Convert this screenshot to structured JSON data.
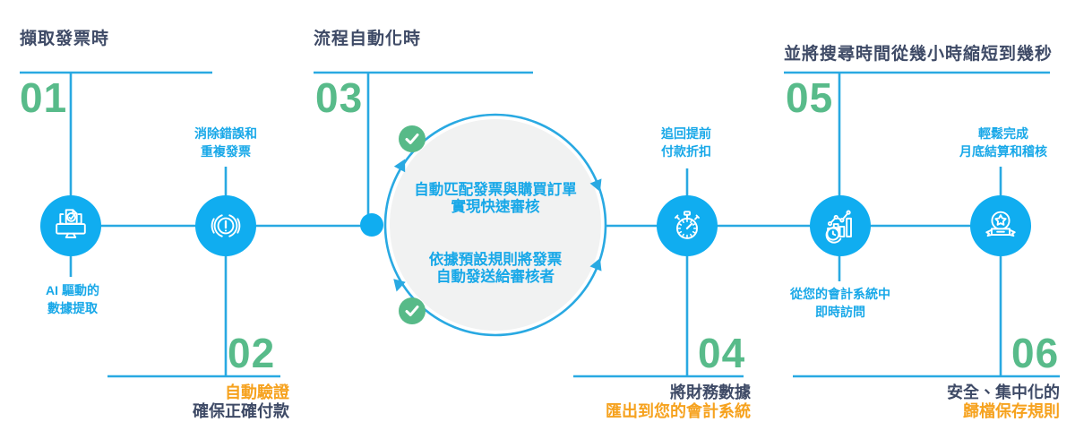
{
  "sections": {
    "capture_header": "擷取發票時",
    "automation_header": "流程自動化時",
    "search_header": "並將搜尋時間從幾小時縮短到幾秒"
  },
  "steps": {
    "s1": {
      "number": "01",
      "label_line1": "AI 驅動的",
      "label_line2": "數據提取",
      "icon": "monitor-document-check-icon"
    },
    "s2": {
      "number": "02",
      "top_line1": "消除錯誤和",
      "top_line2": "重複發票",
      "bottom_line1": "自動驗證",
      "bottom_line2": "確保正確付款",
      "icon": "alert-exclamation-icon"
    },
    "s3": {
      "number": "03",
      "cycle_top_line1": "自動匹配發票與購買訂單",
      "cycle_top_line2": "實現快速審核",
      "cycle_bottom_line1": "依據預設規則將發票",
      "cycle_bottom_line2": "自動發送給審核者",
      "icon": "cycle-arrows-icon",
      "check_icon": "check-icon"
    },
    "s4": {
      "number": "04",
      "top_line1": "追回提前",
      "top_line2": "付款折扣",
      "bottom_line1": "將財務數據",
      "bottom_line2": "匯出到您的會計系統",
      "icon": "stopwatch-icon"
    },
    "s5": {
      "number": "05",
      "label_line1": "從您的會計系統中",
      "label_line2": "即時訪問",
      "icon": "bar-chart-clock-icon"
    },
    "s6": {
      "number": "06",
      "top_line1": "輕鬆完成",
      "top_line2": "月底結算和稽核",
      "bottom_line1": "安全、集中化的",
      "bottom_line2": "歸檔保存規則",
      "icon": "award-ribbon-icon"
    }
  },
  "colors": {
    "step_circle_blue": "#10ADF0",
    "connector_blue": "#29A9E2",
    "label_blue": "#18A8E8",
    "number_green": "#58BB8A",
    "check_green": "#57BA88",
    "highlight_orange": "#F6A21E",
    "heading_navy": "#3E4A66",
    "cycle_bg_grey": "#F1F2F2"
  }
}
